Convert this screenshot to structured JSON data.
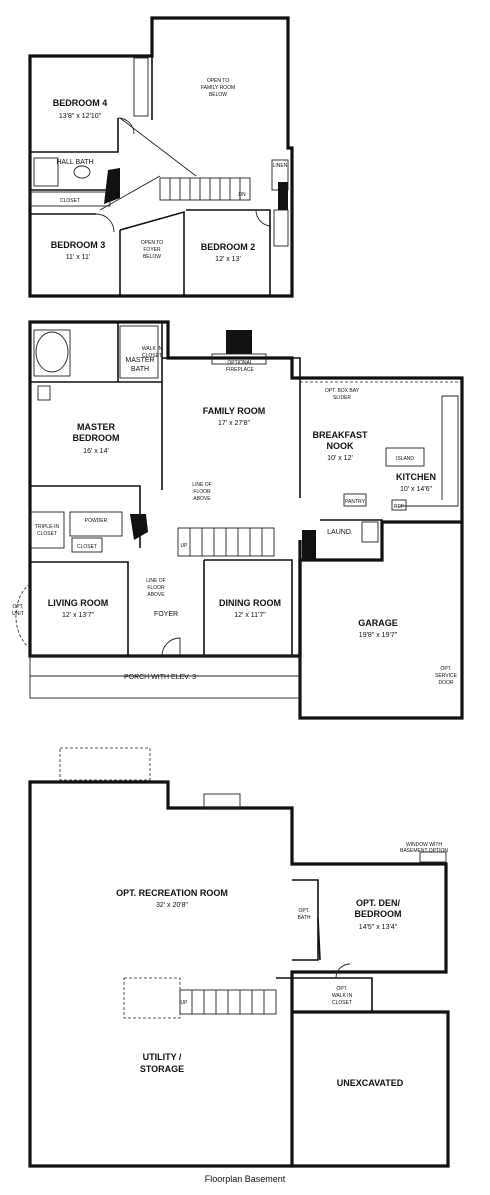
{
  "caption": "Floorplan Basement",
  "second_floor": {
    "bedroom4": {
      "name": "BEDROOM 4",
      "dim": "13'8\" x 12'10\""
    },
    "open_family": {
      "l1": "OPEN TO",
      "l2": "FAMILY ROOM",
      "l3": "BELOW"
    },
    "hall_bath": "HALL BATH",
    "closet": "CLOSET",
    "bedroom3": {
      "name": "BEDROOM 3",
      "dim": "11' x 11'"
    },
    "open_foyer": {
      "l1": "OPEN TO",
      "l2": "FOYER",
      "l3": "BELOW"
    },
    "bedroom2": {
      "name": "BEDROOM 2",
      "dim": "12' x 13'"
    },
    "linen": "LINEN",
    "dn": "DN"
  },
  "first_floor": {
    "master_bath": {
      "l1": "MASTER",
      "l2": "BATH"
    },
    "walk_in": {
      "l1": "WALK IN",
      "l2": "CLOSET"
    },
    "fireplace": {
      "l1": "OPTIONAL",
      "l2": "FIREPLACE"
    },
    "master_bedroom": {
      "l1": "MASTER",
      "l2": "BEDROOM",
      "dim": "16' x 14'"
    },
    "family_room": {
      "name": "FAMILY ROOM",
      "dim": "17' x 27'8\""
    },
    "slider": {
      "l1": "OPT. BOX BAY",
      "l2": "SLIDER"
    },
    "breakfast": {
      "l1": "BREAKFAST",
      "l2": "NOOK",
      "dim": "10' x 12'"
    },
    "island": "ISLAND",
    "kitchen": {
      "name": "KITCHEN",
      "dim": "10' x 14'6\""
    },
    "line_floor": {
      "l1": "LINE OF",
      "l2": "FLOOR",
      "l3": "ABOVE"
    },
    "pantry": "PANTRY",
    "ref": "REF",
    "laund": "LAUND.",
    "triple_closet": {
      "l1": "TRIPLE-IN",
      "l2": "CLOSET"
    },
    "powder": "POWDER",
    "closet": "CLOSET",
    "up": "UP",
    "opt_unit": {
      "l1": "OPT.",
      "l2": "UNIT"
    },
    "living_room": {
      "name": "LIVING ROOM",
      "dim": "12' x 13'7\""
    },
    "line_floor2": {
      "l1": "LINE OF",
      "l2": "FLOOR",
      "l3": "ABOVE"
    },
    "foyer": "FOYER",
    "dining_room": {
      "name": "DINING ROOM",
      "dim": "12' x 11'7\""
    },
    "garage": {
      "name": "GARAGE",
      "dim": "19'8\" x 19'7\""
    },
    "service_door": {
      "l1": "OPT.",
      "l2": "SERVICE",
      "l3": "DOOR"
    },
    "porch": "PORCH WITH ELEV. 3"
  },
  "basement": {
    "window": {
      "l1": "WINDOW WITH",
      "l2": "BASEMENT OPTION"
    },
    "recreation": {
      "name": "OPT. RECREATION ROOM",
      "dim": "32' x 20'8\""
    },
    "opt_bath": {
      "l1": "OPT.",
      "l2": "BATH"
    },
    "den": {
      "l1": "OPT. DEN/",
      "l2": "BEDROOM",
      "dim": "14'5\" x 13'4\""
    },
    "up": "UP",
    "walk_in": {
      "l1": "OPT.",
      "l2": "WALK IN",
      "l3": "CLOSET"
    },
    "utility": {
      "l1": "UTILITY /",
      "l2": "STORAGE"
    },
    "unexcavated": "UNEXCAVATED"
  }
}
